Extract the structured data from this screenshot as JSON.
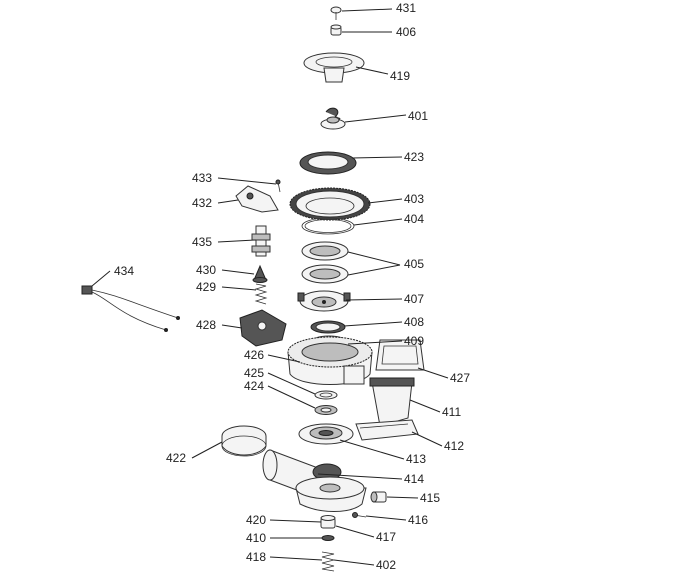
{
  "diagram": {
    "labels": {
      "p431": "431",
      "p406": "406",
      "p419": "419",
      "p401": "401",
      "p423": "423",
      "p403": "403",
      "p404": "404",
      "p405": "405",
      "p407": "407",
      "p408": "408",
      "p409": "409",
      "p427": "427",
      "p411": "411",
      "p412": "412",
      "p413": "413",
      "p414": "414",
      "p415": "415",
      "p416": "416",
      "p417": "417",
      "p402": "402",
      "p418": "418",
      "p410": "410",
      "p420": "420",
      "p422": "422",
      "p424": "424",
      "p425": "425",
      "p426": "426",
      "p428": "428",
      "p429": "429",
      "p430": "430",
      "p435": "435",
      "p432": "432",
      "p433": "433",
      "p434": "434"
    }
  }
}
